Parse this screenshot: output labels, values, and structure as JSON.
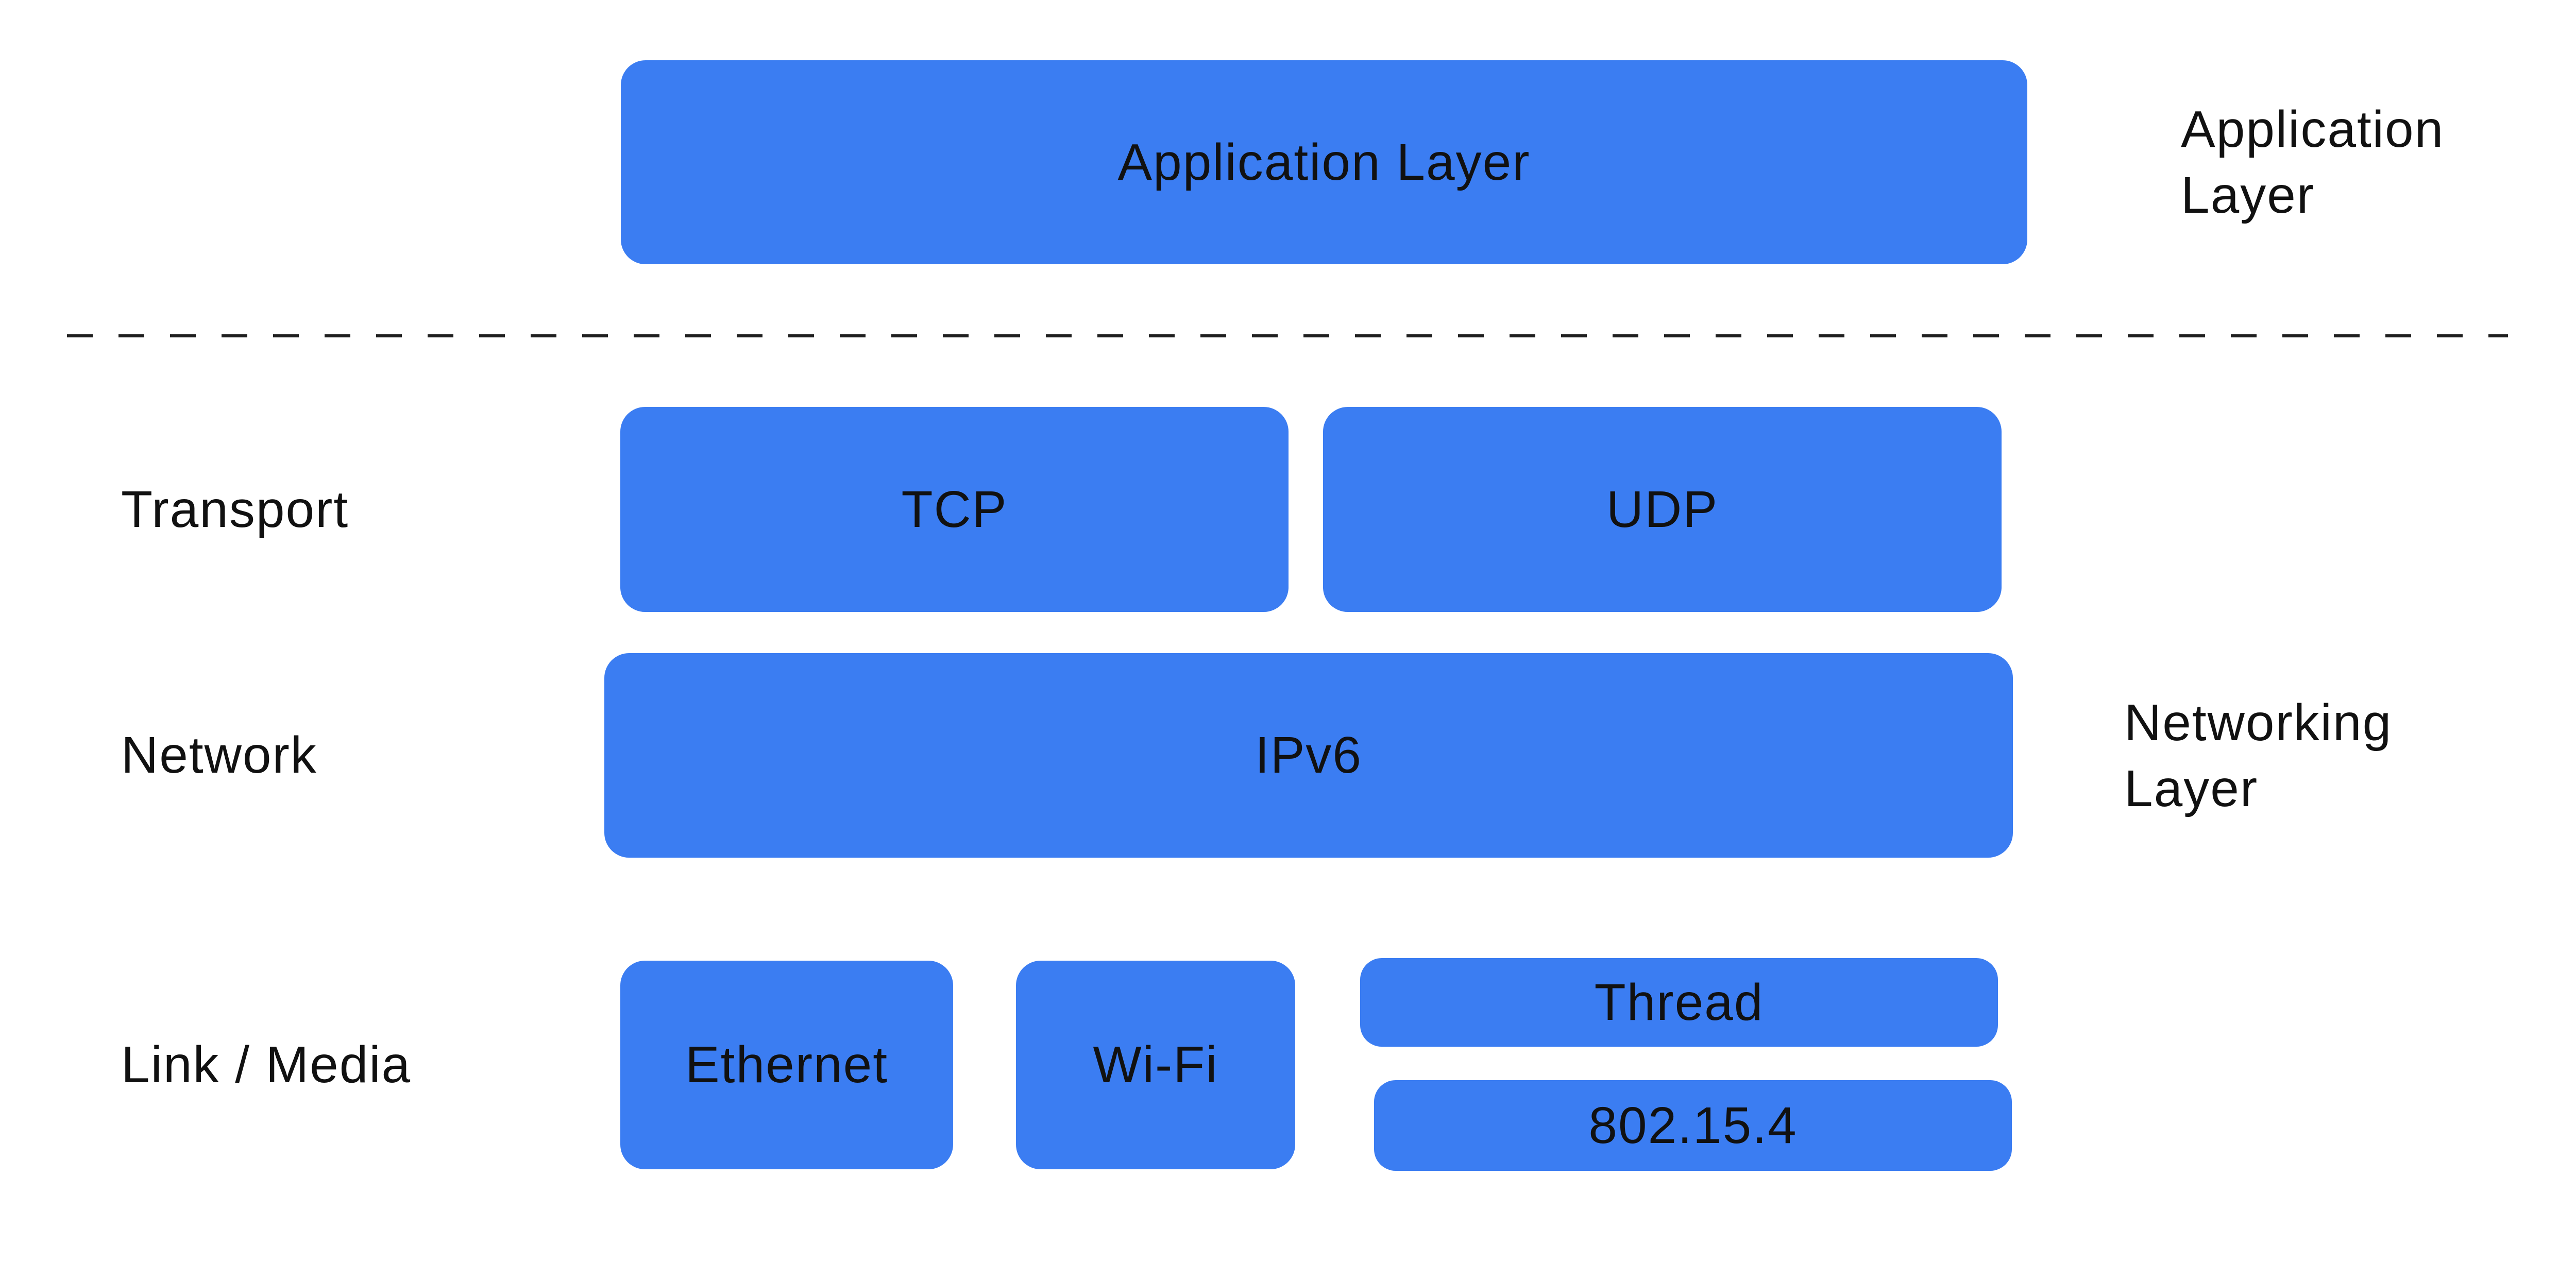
{
  "diagram": {
    "description": "Network protocol stack diagram",
    "boxes": {
      "application": {
        "label": "Application Layer"
      },
      "tcp": {
        "label": "TCP"
      },
      "udp": {
        "label": "UDP"
      },
      "ipv6": {
        "label": "IPv6"
      },
      "ethernet": {
        "label": "Ethernet"
      },
      "wifi": {
        "label": "Wi-Fi"
      },
      "thread": {
        "label": "Thread"
      },
      "ieee802154": {
        "label": "802.15.4"
      }
    },
    "row_labels": {
      "transport": "Transport",
      "network": "Network",
      "link_media": "Link / Media"
    },
    "side_labels": {
      "application": {
        "line1": "Application",
        "line2": "Layer"
      },
      "networking": {
        "line1": "Networking",
        "line2": "Layer"
      }
    },
    "colors": {
      "box_fill": "#3b7df2",
      "text": "#111111",
      "divider": "#1f1f1f",
      "background": "#ffffff"
    }
  }
}
